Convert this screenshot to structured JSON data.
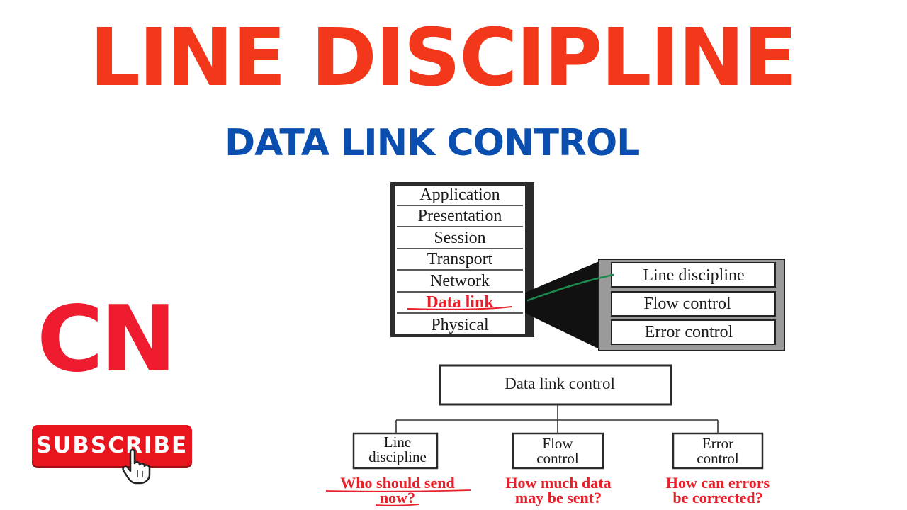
{
  "title": "LINE DISCIPLINE",
  "subtitle": "DATA LINK CONTROL",
  "logo_text": "CN",
  "subscribe": {
    "label": "SUBSCRIBE"
  },
  "colors": {
    "title": "#f2371b",
    "subtitle": "#0a4fb0",
    "logo": "#ee1c2e",
    "subscribe_bg": "#e8141e",
    "question": "#e8202a",
    "underline": "#1c8a4c"
  },
  "osi_layers": [
    "Application",
    "Presentation",
    "Session",
    "Transport",
    "Network",
    "Data link",
    "Physical"
  ],
  "data_link_functions": [
    "Line discipline",
    "Flow control",
    "Error control"
  ],
  "tree": {
    "root": "Data link control",
    "children": [
      {
        "line1": "Line",
        "line2": "discipline",
        "question1": "Who should send",
        "question2": "now?"
      },
      {
        "line1": "Flow",
        "line2": "control",
        "question1": "How much data",
        "question2": "may be sent?"
      },
      {
        "line1": "Error",
        "line2": "control",
        "question1": "How can errors",
        "question2": "be corrected?"
      }
    ]
  }
}
